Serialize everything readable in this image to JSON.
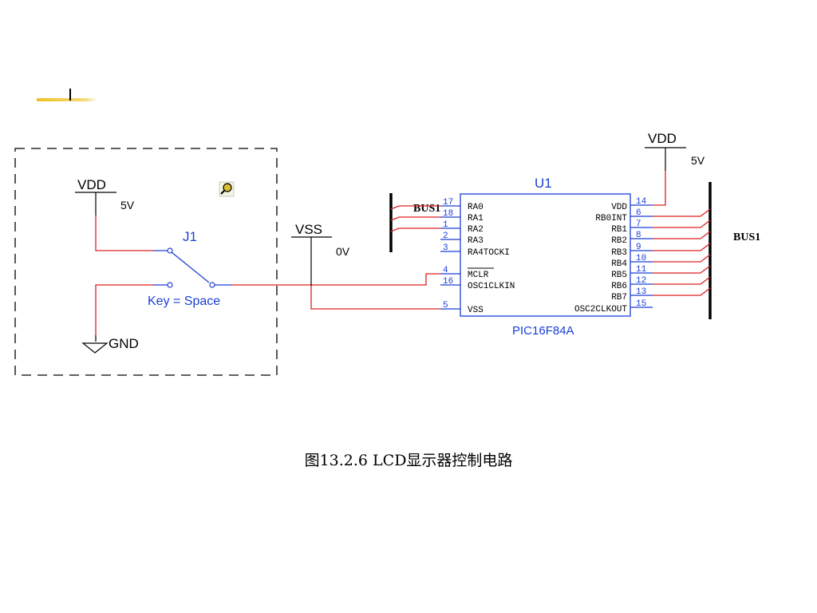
{
  "caption": "图13.2.6 LCD显示器控制电路",
  "switch_box": {
    "vdd_label": "VDD",
    "vdd_value": "5V",
    "switch_ref": "J1",
    "switch_key": "Key = Space",
    "gnd_label": "GND"
  },
  "vss": {
    "label": "VSS",
    "value": "0V"
  },
  "vdd_right": {
    "label": "VDD",
    "value": "5V"
  },
  "chip": {
    "ref": "U1",
    "part": "PIC16F84A",
    "left_pins": [
      {
        "num": "17",
        "name": "RA0"
      },
      {
        "num": "18",
        "name": "RA1"
      },
      {
        "num": "1",
        "name": "RA2"
      },
      {
        "num": "2",
        "name": "RA3"
      },
      {
        "num": "3",
        "name": "RA4TOCKI"
      },
      {
        "num": "4",
        "name": "MCLR"
      },
      {
        "num": "16",
        "name": "OSC1CLKIN"
      },
      {
        "num": "5",
        "name": "VSS"
      }
    ],
    "right_pins": [
      {
        "num": "14",
        "name": "VDD"
      },
      {
        "num": "6",
        "name": "RB0INT"
      },
      {
        "num": "7",
        "name": "RB1"
      },
      {
        "num": "8",
        "name": "RB2"
      },
      {
        "num": "9",
        "name": "RB3"
      },
      {
        "num": "10",
        "name": "RB4"
      },
      {
        "num": "11",
        "name": "RB5"
      },
      {
        "num": "12",
        "name": "RB6"
      },
      {
        "num": "13",
        "name": "RB7"
      },
      {
        "num": "15",
        "name": "OSC2CLKOUT"
      }
    ]
  },
  "bus_left": "BUS1",
  "bus_right": "BUS1",
  "colors": {
    "wire": "#e02020",
    "label_blue": "#1a3fd6",
    "accent_yellow": "#f0c020"
  }
}
